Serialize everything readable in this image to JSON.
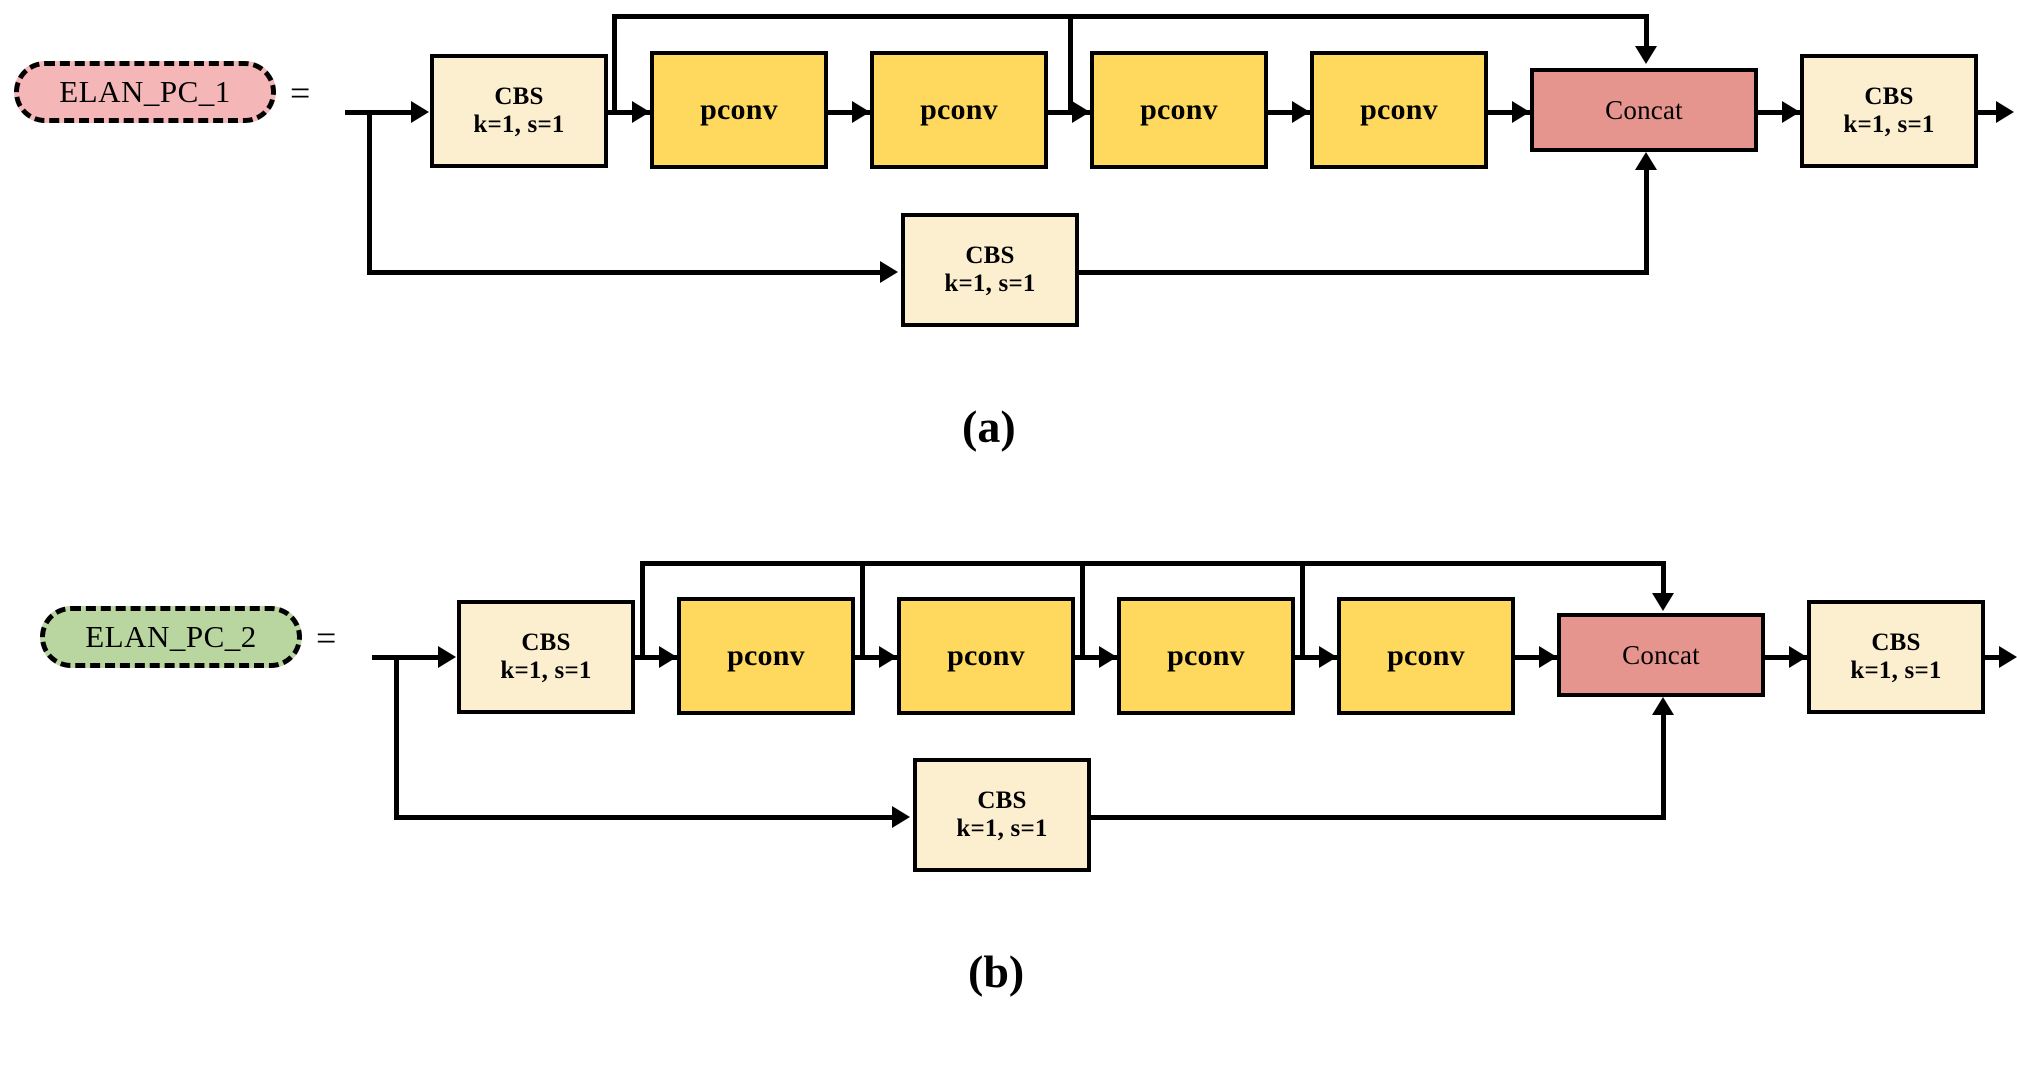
{
  "figure": {
    "title": "ELAN_PC module structure diagrams",
    "panels": [
      {
        "caption": "(a)",
        "badge": {
          "label": "ELAN_PC_1",
          "color": "#f4b6b6"
        },
        "equals": "=",
        "nodes": {
          "cbs_in": {
            "line1": "CBS",
            "line2": "k=1, s=1",
            "color": "#fcefd0"
          },
          "pconv1": {
            "label": "pconv",
            "color": "#fed95d"
          },
          "pconv2": {
            "label": "pconv",
            "color": "#fed95d"
          },
          "pconv3": {
            "label": "pconv",
            "color": "#fed95d"
          },
          "pconv4": {
            "label": "pconv",
            "color": "#fed95d"
          },
          "concat": {
            "label": "Concat",
            "color": "#e6948e"
          },
          "cbs_out": {
            "line1": "CBS",
            "line2": "k=1, s=1",
            "color": "#fcefd0"
          },
          "cbs_skip": {
            "line1": "CBS",
            "line2": "k=1, s=1",
            "color": "#fcefd0"
          }
        },
        "skip_sources": [
          "cbs_in-output",
          "pconv2-output"
        ],
        "bottom_branch": "input split -> CBS k=1, s=1 -> Concat"
      },
      {
        "caption": "(b)",
        "badge": {
          "label": "ELAN_PC_2",
          "color": "#b9d5a0"
        },
        "equals": "=",
        "nodes": {
          "cbs_in": {
            "line1": "CBS",
            "line2": "k=1, s=1",
            "color": "#fcefd0"
          },
          "pconv1": {
            "label": "pconv",
            "color": "#fed95d"
          },
          "pconv2": {
            "label": "pconv",
            "color": "#fed95d"
          },
          "pconv3": {
            "label": "pconv",
            "color": "#fed95d"
          },
          "pconv4": {
            "label": "pconv",
            "color": "#fed95d"
          },
          "concat": {
            "label": "Concat",
            "color": "#e6948e"
          },
          "cbs_out": {
            "line1": "CBS",
            "line2": "k=1, s=1",
            "color": "#fcefd0"
          },
          "cbs_skip": {
            "line1": "CBS",
            "line2": "k=1, s=1",
            "color": "#fcefd0"
          }
        },
        "skip_sources": [
          "cbs_in-output",
          "pconv1-output",
          "pconv2-output",
          "pconv3-output"
        ],
        "bottom_branch": "input split -> CBS k=1, s=1 -> Concat"
      }
    ],
    "palette": {
      "cbs_fill": "#fcefd0",
      "pconv_fill": "#fed95d",
      "concat_fill": "#e6948e",
      "badge_pink": "#f4b6b6",
      "badge_green": "#b9d5a0",
      "stroke": "#000000",
      "background": "#ffffff"
    }
  }
}
